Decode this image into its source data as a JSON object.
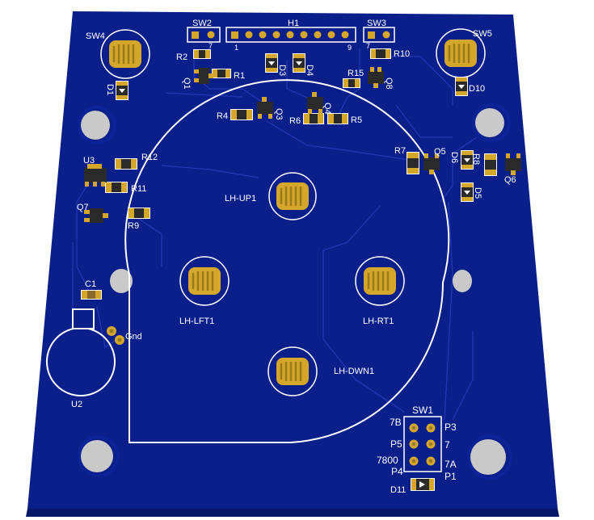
{
  "colors": {
    "board": "#0a1f8a",
    "board_edge": "#071767",
    "trace": "#2438b5",
    "pad": "#d4a62a",
    "pad_dark": "#9a7a1c",
    "silk": "#ffffff",
    "hole": "#c9c9c9",
    "body": "#2a2a2a"
  },
  "labels": {
    "sw2": "SW2",
    "h1": "H1",
    "sw3": "SW3",
    "sw4": "SW4",
    "sw5": "SW5",
    "h1_pin_1": "1",
    "h1_pin_9": "9",
    "sw2_7": "7",
    "sw3_7": "7",
    "r1": "R1",
    "r2": "R2",
    "r4": "R4",
    "r5": "R5",
    "r6": "R6",
    "r7": "R7",
    "r8": "R8",
    "r9": "R9",
    "r10": "R10",
    "r11": "R11",
    "r12": "R12",
    "r15": "R15",
    "q1": "Q1",
    "q3": "Q3",
    "q4": "Q4",
    "q5": "Q5",
    "q6": "Q6",
    "q7": "Q7",
    "q8": "Q8",
    "d1": "D1",
    "d3": "D3",
    "d4": "D4",
    "d5": "D5",
    "d6": "D6",
    "d10": "D10",
    "d11": "D11",
    "u2": "U2",
    "u3": "U3",
    "c1": "C1",
    "gnd": "Gnd",
    "lh_up1": "LH-UP1",
    "lh_lft1": "LH-LFT1",
    "lh_rt1": "LH-RT1",
    "lh_dwn1": "LH-DWN1",
    "sw1": "SW1",
    "sw1_7b": "7B",
    "sw1_p3": "P3",
    "sw1_p5": "P5",
    "sw1_7": "7",
    "sw1_7800": "7800",
    "sw1_7a": "7A",
    "sw1_p4": "P4",
    "sw1_p1": "P1"
  }
}
